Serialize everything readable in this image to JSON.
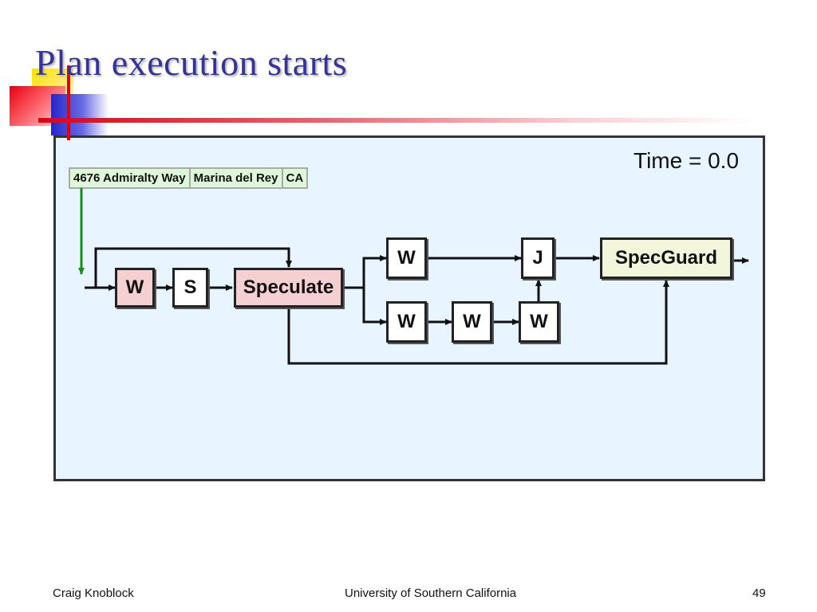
{
  "slide": {
    "title": "Plan execution starts",
    "time_label": "Time = 0.0"
  },
  "record": {
    "cells": [
      "4676 Admiralty Way",
      "Marina del Rey",
      "CA"
    ]
  },
  "nodes": {
    "w_first": "W",
    "s": "S",
    "speculate": "Speculate",
    "w_top": "W",
    "j": "J",
    "specguard": "SpecGuard",
    "w_bottom_1": "W",
    "w_bottom_2": "W",
    "w_bottom_3": "W"
  },
  "footer": {
    "author": "Craig Knoblock",
    "institution": "University of Southern California",
    "page_number": "49"
  },
  "colors": {
    "title": "#333399",
    "panel_background": "#e8f4ff",
    "record_background": "#dff7d9",
    "pink_node": "#f5d0d2",
    "cream_node": "#f2f7dc",
    "green_arrow": "#1a8a1a"
  }
}
